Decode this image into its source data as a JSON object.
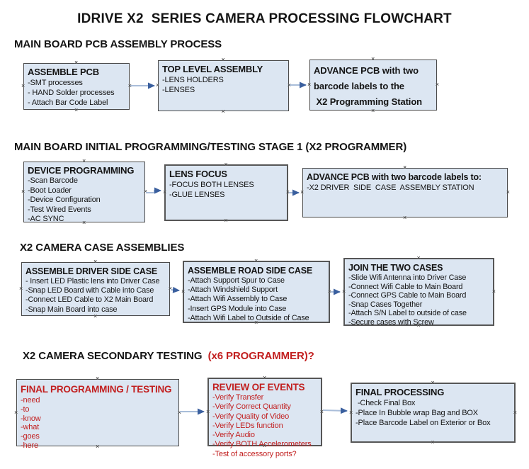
{
  "title": "IDRIVE X2  SERIES CAMERA PROCESSING FLOWCHART",
  "anchor_glyph": "×",
  "colors": {
    "box_fill": "#dce6f2",
    "box_border": "#4a4a4a",
    "red_text": "#c21f1f",
    "arrow_line": "#a9bdd9",
    "arrow_head": "#3a5f9e"
  },
  "sections": [
    {
      "heading": "MAIN BOARD PCB ASSEMBLY PROCESS",
      "heading_red": ""
    },
    {
      "heading": "MAIN BOARD INITIAL PROGRAMMING/TESTING STAGE 1 (X2 PROGRAMMER)",
      "heading_red": ""
    },
    {
      "heading": "X2 CAMERA CASE ASSEMBLIES",
      "heading_red": ""
    },
    {
      "heading": "X2 CAMERA SECONDARY TESTING  ",
      "heading_red": "(x6 PROGRAMMER)?"
    }
  ],
  "boxes": {
    "a": {
      "title": "ASSEMBLE PCB",
      "items": [
        "-SMT processes",
        "- HAND Solder processes",
        "- Attach Bar Code Label"
      ]
    },
    "b": {
      "title": "TOP LEVEL ASSEMBLY",
      "items": [
        "-LENS HOLDERS",
        "-LENSES"
      ]
    },
    "c": {
      "title": "",
      "items": [
        "ADVANCE PCB with two",
        "barcode labels to the",
        " X2 Programming Station"
      ]
    },
    "d": {
      "title": "DEVICE PROGRAMMING",
      "items": [
        "-Scan Barcode",
        "-Boot Loader",
        "-Device Configuration",
        "-Test Wired Events",
        "-AC SYNC"
      ]
    },
    "e": {
      "title": "LENS FOCUS",
      "items": [
        "-FOCUS BOTH LENSES",
        "-GLUE LENSES"
      ]
    },
    "f": {
      "title": "ADVANCE PCB with two barcode labels to:",
      "items": [
        "-X2 DRIVER  SIDE  CASE  ASSEMBLY STATION"
      ]
    },
    "g": {
      "title": "ASSEMBLE DRIVER SIDE CASE",
      "items": [
        "- Insert LED Plastic lens into Driver Case",
        "-Snap LED Board with Cable into Case",
        "-Connect LED Cable to X2 Main Board",
        "-Snap Main Board into case"
      ]
    },
    "h": {
      "title": "ASSEMBLE ROAD SIDE CASE",
      "items": [
        "-Attach Support Spur to Case",
        "-Attach Windshield Support",
        "-Attach Wifi Assembly to Case",
        "-Insert GPS Module into Case",
        "-Attach Wifi Label to Outside of Case"
      ]
    },
    "i": {
      "title": "JOIN THE TWO CASES",
      "items": [
        "-Slide Wifi Antenna into Driver Case",
        "-Connect Wifi Cable to Main Board",
        "-Connect GPS Cable to Main Board",
        "-Snap Cases Together",
        "-Attach S/N Label to outside of case",
        "-Secure cases with Screw"
      ]
    },
    "j": {
      "title": "FINAL PROGRAMMING / TESTING",
      "red": true,
      "items": [
        "-need",
        "-to",
        "-know",
        "-what",
        "-goes",
        "-here"
      ]
    },
    "k": {
      "title": "REVIEW OF EVENTS",
      "red": true,
      "items": [
        "-Verify Transfer",
        "-Verify Correct Quantity",
        "-Verify Quality of Video",
        "-Verify LEDs function",
        "-Verify Audio",
        "-Verify BOTH Accelerometers",
        "-Test of accessory ports?"
      ]
    },
    "l": {
      "title": "FINAL PROCESSING",
      "items": [
        " -Check Final Box",
        "-Place In Bubble wrap Bag and BOX",
        "-Place Barcode Label on Exterior or Box"
      ]
    }
  }
}
